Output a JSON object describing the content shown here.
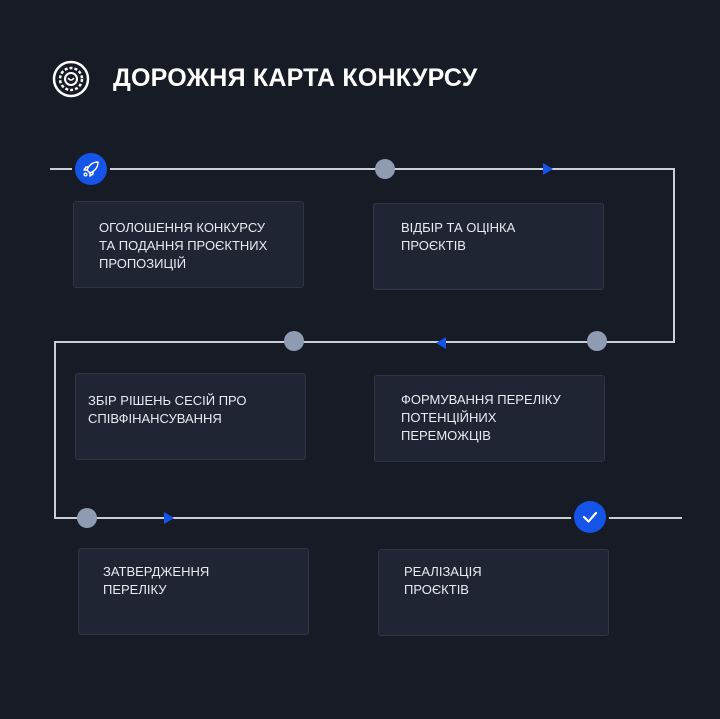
{
  "header": {
    "title": "ДОРОЖНЯ КАРТА КОНКУРСУ",
    "logo_icon": "gear-emblem-icon"
  },
  "colors": {
    "background": "#161b26",
    "card": "#1f2533",
    "accent": "#1454e6",
    "node": "#8e9bb3",
    "line": "#c9ced8"
  },
  "steps": [
    {
      "label": "ОГОЛОШЕННЯ КОНКУРСУ ТА ПОДАННЯ ПРОЄКТНИХ ПРОПОЗИЦІЙ",
      "icon": "rocket-icon"
    },
    {
      "label": "ВІДБІР ТА ОЦІНКА ПРОЄКТІВ"
    },
    {
      "label": "ЗБІР РІШЕНЬ СЕСІЙ ПРО СПІВФІНАНСУВАННЯ"
    },
    {
      "label": "ФОРМУВАННЯ ПЕРЕЛІКУ ПОТЕНЦІЙНИХ ПЕРЕМОЖЦІВ"
    },
    {
      "label": "ЗАТВЕРДЖЕННЯ ПЕРЕЛІКУ"
    },
    {
      "label": "РЕАЛІЗАЦІЯ ПРОЄКТІВ",
      "icon": "check-icon"
    }
  ]
}
